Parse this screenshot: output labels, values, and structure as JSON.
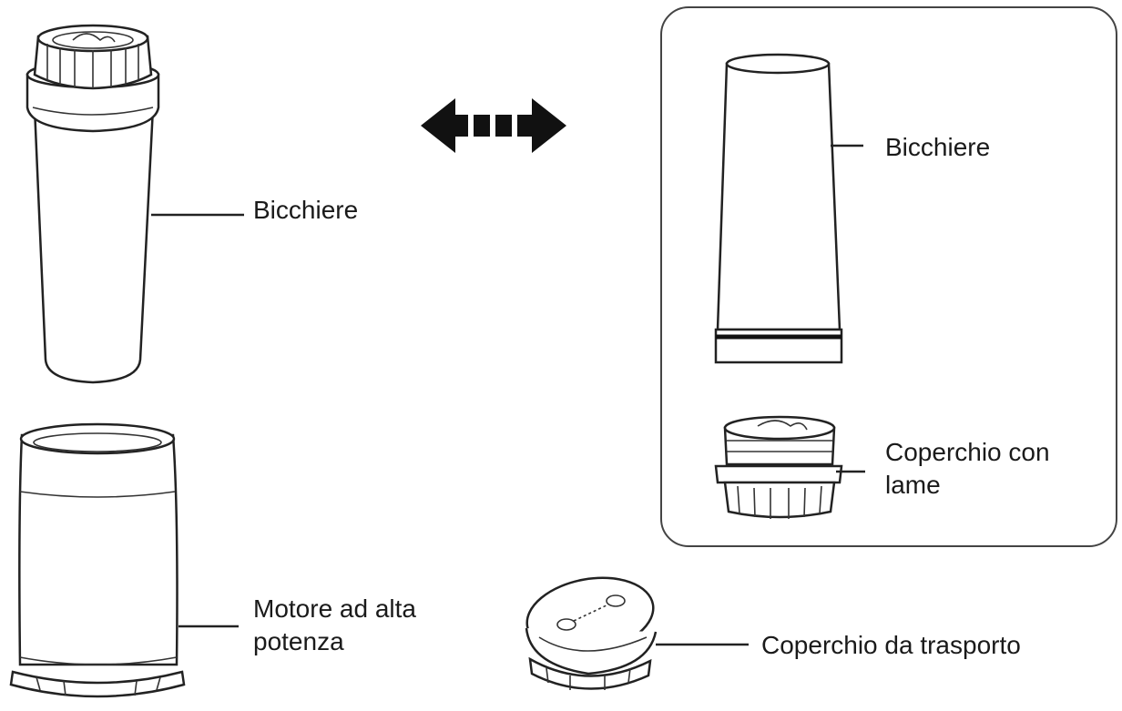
{
  "labels": {
    "cup_left": "Bicchiere",
    "motor_line1": "Motore ad alta",
    "motor_line2": "potenza",
    "cup_right": "Bicchiere",
    "blade_lid_line1": "Coperchio con",
    "blade_lid_line2": "lame",
    "travel_lid": "Coperchio da trasporto"
  },
  "icons": {
    "swap": "double-arrow-icon"
  },
  "colors": {
    "ink": "#222222",
    "background": "#ffffff"
  }
}
